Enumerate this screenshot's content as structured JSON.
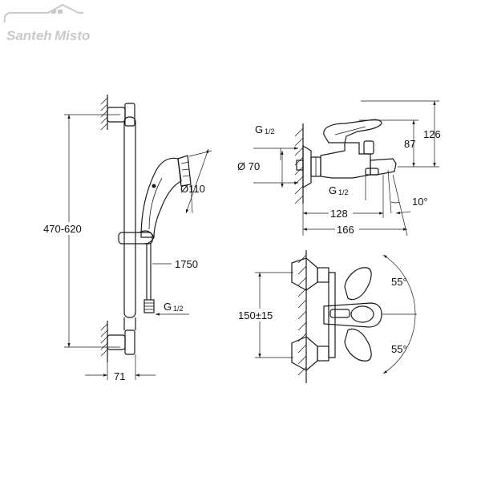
{
  "watermark": {
    "brand_left": "Santeh",
    "brand_right": "Misto",
    "color": "#c9c9c9"
  },
  "shower_set": {
    "height_range": "470-620",
    "head_diameter": "Ø110",
    "hose_length": "1750",
    "connection_thread": "G",
    "connection_fraction": "1/2",
    "wall_offset": "71"
  },
  "mixer_side": {
    "thread_top": "G",
    "thread_top_fraction": "1/2",
    "flange_diameter": "Ø 70",
    "thread_bottom": "G",
    "thread_bottom_fraction": "1/2",
    "height_total": "126",
    "height_body": "87",
    "depth_spout": "128",
    "depth_total": "166",
    "spout_angle": "10°"
  },
  "mixer_front": {
    "center_distance": "150±15",
    "lever_angle_top": "55°",
    "lever_angle_bottom": "55°"
  }
}
